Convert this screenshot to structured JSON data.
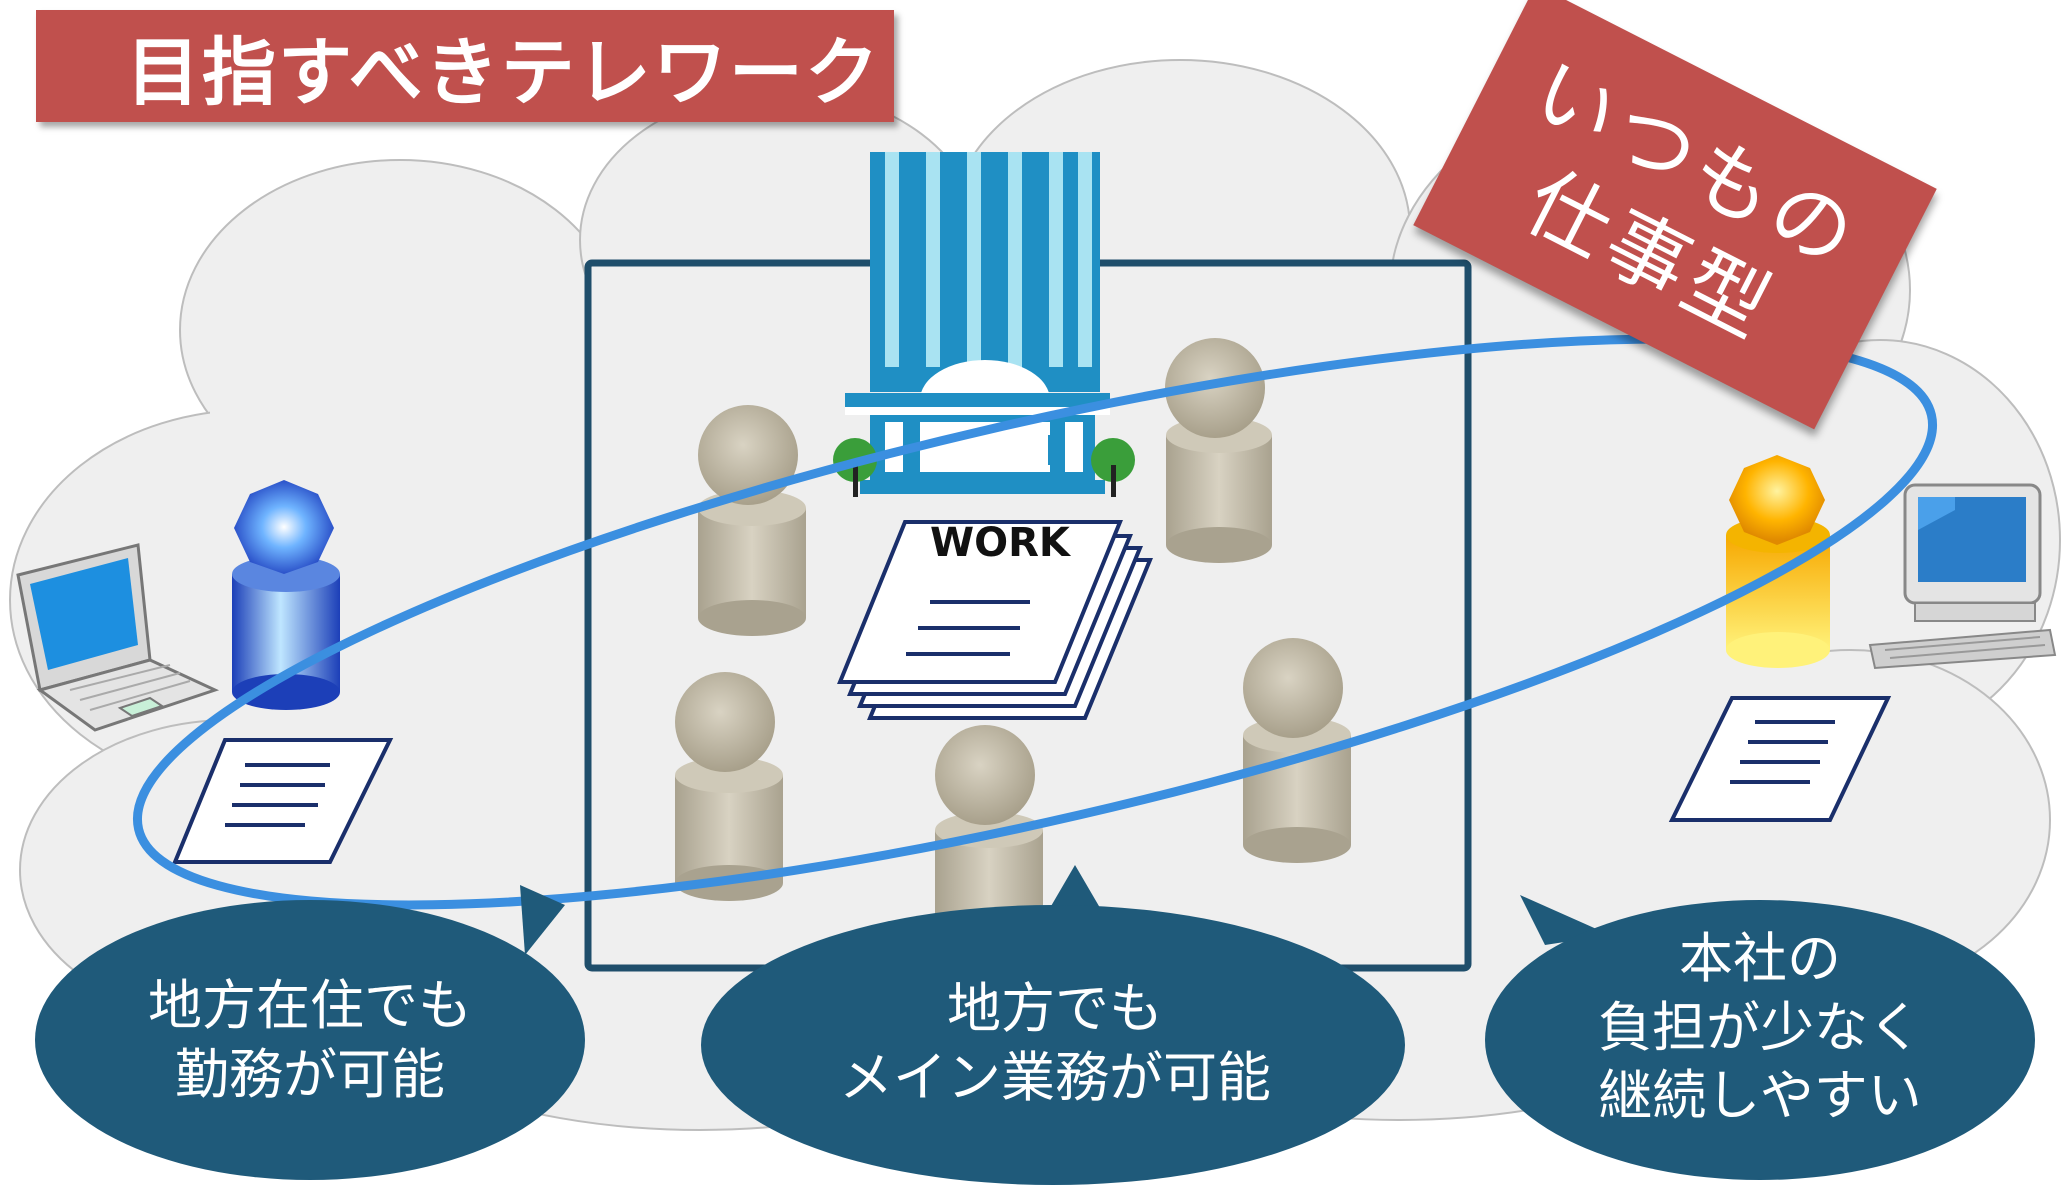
{
  "title": "目指すべきテレワーク",
  "tag": {
    "line1": "いつもの",
    "line2": "仕事型"
  },
  "document_label": "WORK",
  "bubbles": [
    {
      "line1": "地方在住でも",
      "line2": "勤務が可能"
    },
    {
      "line1": "地方でも",
      "line2": "メイン業務が可能"
    },
    {
      "line1": "本社の",
      "line2": "負担が少なく",
      "line3": "継続しやすい"
    }
  ],
  "colors": {
    "title_bg": "#c0504d",
    "bubble_bg": "#1f5a7a",
    "frame": "#1f4e6b",
    "ellipse": "#3b8fe0",
    "cloud_fill": "#efefef",
    "cloud_stroke": "#bdbdbd",
    "person_gray": "#b5ad9a",
    "person_blue": "#2b55c8",
    "person_orange": "#f0a500"
  },
  "icons": [
    "cloud-background",
    "office-building-icon",
    "laptop-icon",
    "desktop-computer-icon",
    "document-icon",
    "person-icon"
  ]
}
